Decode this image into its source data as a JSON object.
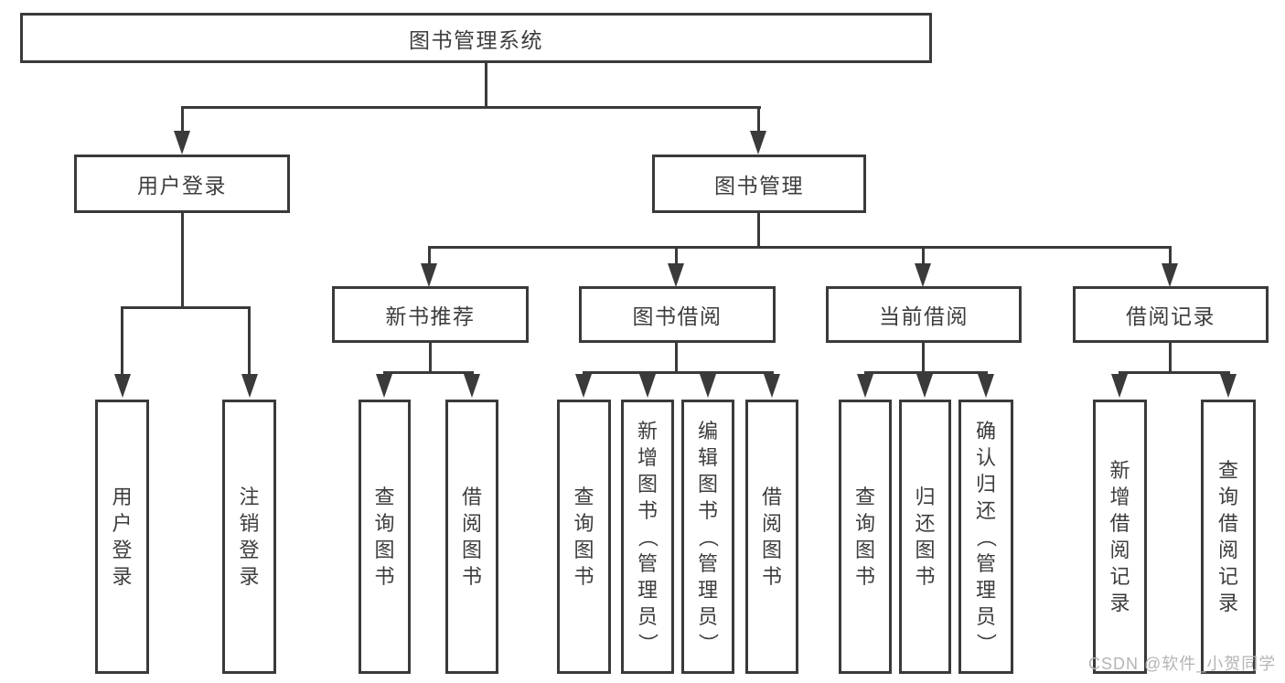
{
  "colors": {
    "line": "#3a3a3a",
    "text": "#3d3d3d",
    "background": "#ffffff",
    "watermark": "#b4b4b4"
  },
  "watermark": "CSDN @软件_小贺同学",
  "tree": {
    "label": "图书管理系统",
    "children": [
      {
        "label": "用户登录",
        "children": [
          {
            "label": "用户登录"
          },
          {
            "label": "注销登录"
          }
        ]
      },
      {
        "label": "图书管理",
        "children": [
          {
            "label": "新书推荐",
            "children": [
              {
                "label": "查询图书"
              },
              {
                "label": "借阅图书"
              }
            ]
          },
          {
            "label": "图书借阅",
            "children": [
              {
                "label": "查询图书"
              },
              {
                "label": "新增图书（管理员）"
              },
              {
                "label": "编辑图书（管理员）"
              },
              {
                "label": "借阅图书"
              }
            ]
          },
          {
            "label": "当前借阅",
            "children": [
              {
                "label": "查询图书"
              },
              {
                "label": "归还图书"
              },
              {
                "label": "确认归还（管理员）"
              }
            ]
          },
          {
            "label": "借阅记录",
            "children": [
              {
                "label": "新增借阅记录"
              },
              {
                "label": "查询借阅记录"
              }
            ]
          }
        ]
      }
    ]
  }
}
